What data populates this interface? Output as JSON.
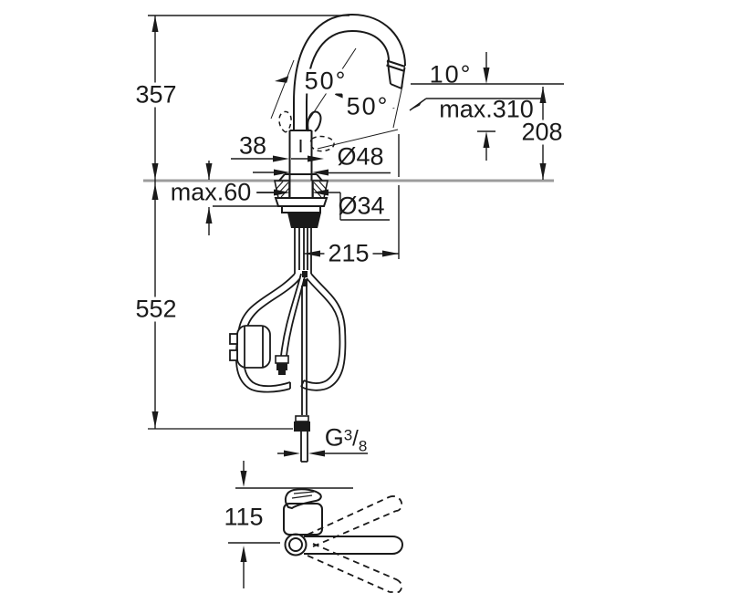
{
  "dimensions": {
    "overall_height": "357",
    "below_counter_length": "552",
    "handle_offset": "38",
    "max_deck_thickness": "max.60",
    "swivel_angle_left": "50°",
    "swivel_angle_right": "50°",
    "outlet_angle": "10°",
    "max_pullout_height": "max.310",
    "outlet_height": "208",
    "body_diameter": "Ø48",
    "shank_diameter": "Ø34",
    "spout_reach": "215",
    "bottom_view_depth": "115",
    "thread": {
      "g": "G",
      "numerator": "3",
      "slash": "/",
      "denominator": "8"
    }
  },
  "colors": {
    "line": "#1a1a1a",
    "counter_line": "#9c9c9c",
    "background": "#ffffff"
  }
}
